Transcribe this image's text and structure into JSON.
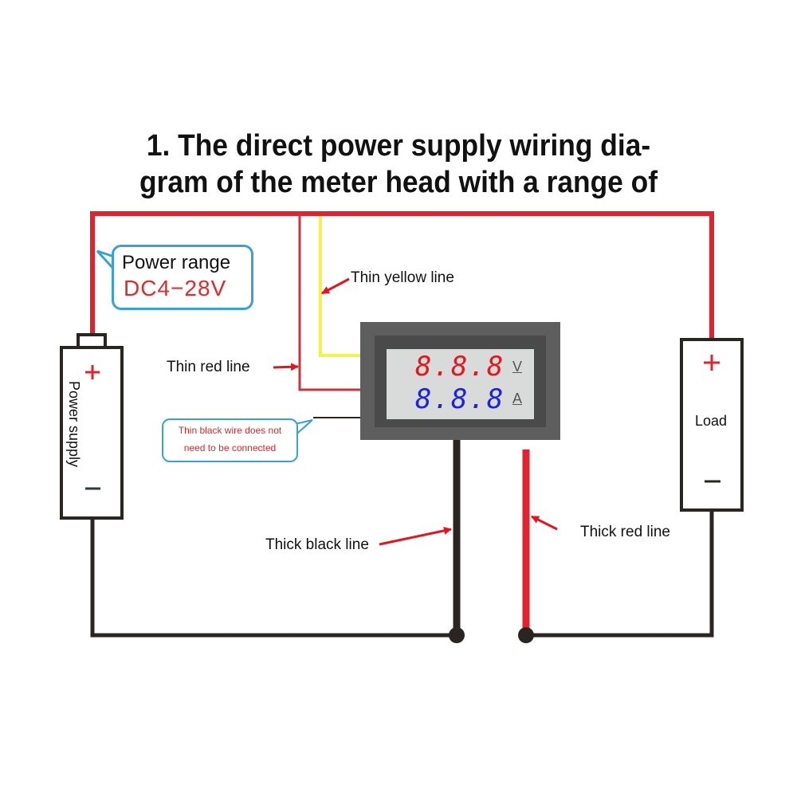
{
  "title": {
    "line1": "1. The direct power supply wiring dia-",
    "line2": "gram of the meter head with a range of"
  },
  "power_range_callout": {
    "line1": "Power range",
    "line2": "DC4−28V"
  },
  "black_wire_callout": {
    "line1": "Thin black wire does not",
    "line2": "need to be connected"
  },
  "power_supply": {
    "label": "Power supply",
    "plus": "+",
    "minus": "—"
  },
  "load": {
    "label": "Load",
    "plus": "+",
    "minus": "—"
  },
  "meter": {
    "voltage_digits": "8.8.8",
    "current_digits": "8.8.8",
    "voltage_unit": "V",
    "current_unit": "A"
  },
  "labels": {
    "thin_yellow": "Thin yellow line",
    "thin_red": "Thin red line",
    "thick_black": "Thick black line",
    "thick_red": "Thick red line"
  },
  "colors": {
    "red_wire": "#e0232e",
    "thin_red_wire": "#c8333d",
    "yellow_wire": "#f2f24a",
    "black_wire": "#2b2522",
    "callout_border": "#3aa0d8",
    "arrow": "#e8141b"
  }
}
